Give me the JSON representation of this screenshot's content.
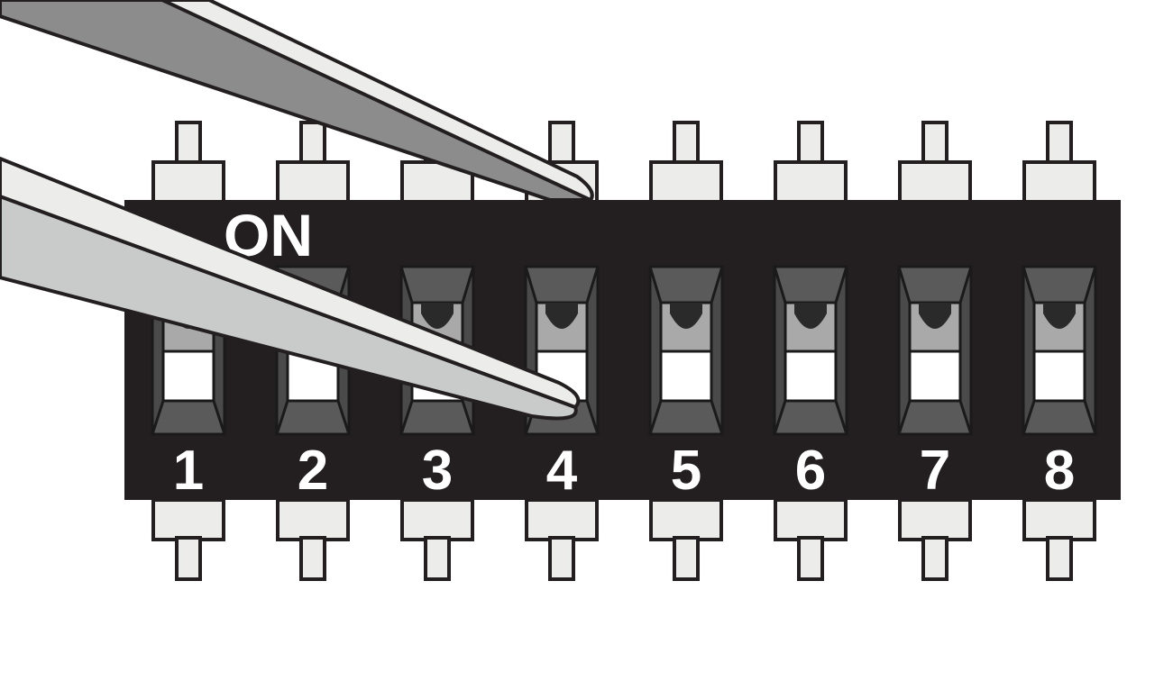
{
  "body_label": "ON",
  "switches": [
    {
      "number": "1",
      "state": "off"
    },
    {
      "number": "2",
      "state": "off"
    },
    {
      "number": "3",
      "state": "off"
    },
    {
      "number": "4",
      "state": "off"
    },
    {
      "number": "5",
      "state": "off"
    },
    {
      "number": "6",
      "state": "off"
    },
    {
      "number": "7",
      "state": "off"
    },
    {
      "number": "8",
      "state": "off"
    }
  ],
  "tool": "tweezers",
  "target_switch": "4",
  "colors": {
    "body": "#231f20",
    "pin": "#ececea",
    "slot": "#4a4a4a",
    "knob": "#a9a9a9",
    "tweezer_dark": "#8c8c8c",
    "tweezer_light": "#c9caca",
    "tweezer_highlight": "#ececea"
  }
}
